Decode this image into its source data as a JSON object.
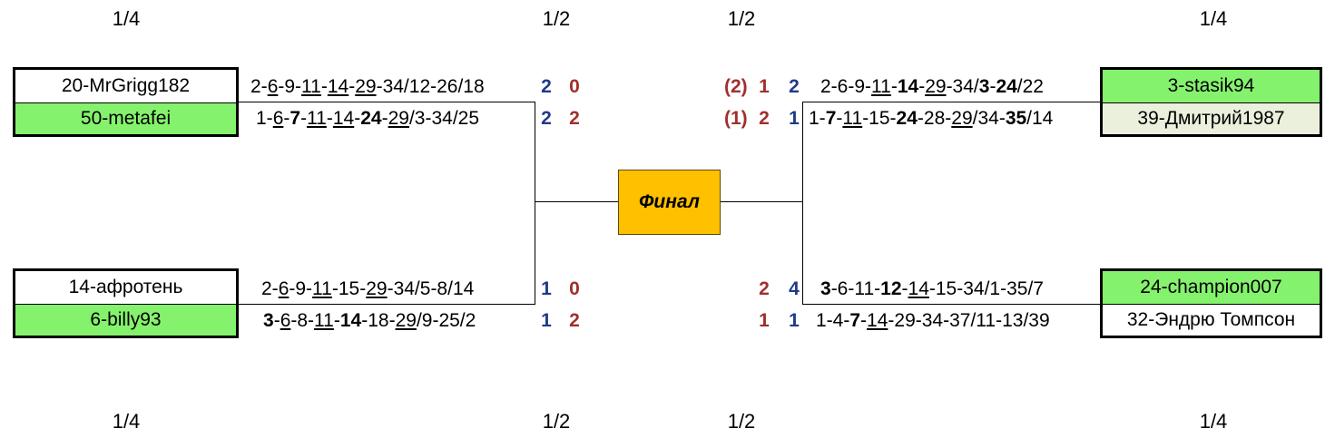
{
  "rounds": {
    "top_left": "1/4",
    "top_mid_left": "1/2",
    "top_mid_right": "1/2",
    "top_right": "1/4",
    "bot_left": "1/4",
    "bot_mid_left": "1/2",
    "bot_mid_right": "1/2",
    "bot_right": "1/4"
  },
  "colors": {
    "winner_bg": "#85f26d",
    "loser_bg": "#ffffff",
    "final_bg": "#ffc000",
    "score_blue": "#1f3a8a",
    "score_red": "#a0302c"
  },
  "final_label": "Финал",
  "left_top": {
    "p1": {
      "name": "20-MrGrigg182",
      "winner": false,
      "seq": [
        [
          "2-",
          ""
        ],
        [
          "6",
          "u"
        ],
        [
          "-9-",
          ""
        ],
        [
          "11",
          "u"
        ],
        [
          "-",
          ""
        ],
        [
          "14",
          "u"
        ],
        [
          "-",
          ""
        ],
        [
          "29",
          "u"
        ],
        [
          "-34/12-26/18",
          ""
        ]
      ],
      "score_a": "2",
      "score_b": "0"
    },
    "p2": {
      "name": "50-metafei",
      "winner": true,
      "seq": [
        [
          "1-",
          ""
        ],
        [
          "6",
          "u"
        ],
        [
          "-",
          ""
        ],
        [
          "7",
          "b"
        ],
        [
          "-",
          ""
        ],
        [
          "11",
          "u"
        ],
        [
          "-",
          ""
        ],
        [
          "14",
          "u"
        ],
        [
          "-",
          ""
        ],
        [
          "24",
          "b"
        ],
        [
          "-",
          ""
        ],
        [
          "29",
          "u"
        ],
        [
          "/3-34/25",
          ""
        ]
      ],
      "score_a": "2",
      "score_b": "2"
    }
  },
  "left_bottom": {
    "p1": {
      "name": "14-афротень",
      "winner": false,
      "seq": [
        [
          "2-",
          ""
        ],
        [
          "6",
          "u"
        ],
        [
          "-9-",
          ""
        ],
        [
          "11",
          "u"
        ],
        [
          "-15-",
          ""
        ],
        [
          "29",
          "u"
        ],
        [
          "-34/5-8/14",
          ""
        ]
      ],
      "score_a": "1",
      "score_b": "0"
    },
    "p2": {
      "name": "6-billy93",
      "winner": true,
      "seq": [
        [
          "3",
          "b"
        ],
        [
          "-",
          ""
        ],
        [
          "6",
          "u"
        ],
        [
          "-8-",
          ""
        ],
        [
          "11",
          "u"
        ],
        [
          "-",
          ""
        ],
        [
          "14",
          "b"
        ],
        [
          "-18-",
          ""
        ],
        [
          "29",
          "u"
        ],
        [
          "/9-25/2",
          ""
        ]
      ],
      "score_a": "1",
      "score_b": "2"
    }
  },
  "right_top": {
    "p1": {
      "name": "3-stasik94",
      "winner": true,
      "bg": "#85f26d",
      "seq": [
        [
          "2-6-9-",
          ""
        ],
        [
          "11",
          "u"
        ],
        [
          "-",
          ""
        ],
        [
          "14",
          "b"
        ],
        [
          "-",
          ""
        ],
        [
          "29",
          "u"
        ],
        [
          "-34/",
          ""
        ],
        [
          "3",
          "b"
        ],
        [
          "-",
          ""
        ],
        [
          "24",
          "b"
        ],
        [
          "/22",
          ""
        ]
      ],
      "paren": "(2)",
      "score_a": "1",
      "score_b": "2"
    },
    "p2": {
      "name": "39-Дмитрий1987",
      "winner": false,
      "bg": "#eaf0dc",
      "seq": [
        [
          "1-",
          ""
        ],
        [
          "7",
          "b"
        ],
        [
          "-",
          ""
        ],
        [
          "11",
          "u"
        ],
        [
          "-15-",
          ""
        ],
        [
          "24",
          "b"
        ],
        [
          "-28-",
          ""
        ],
        [
          "29",
          "u"
        ],
        [
          "/34-",
          ""
        ],
        [
          "35",
          "b"
        ],
        [
          "/14",
          ""
        ]
      ],
      "paren": "(1)",
      "score_a": "2",
      "score_b": "1"
    }
  },
  "right_bottom": {
    "p1": {
      "name": "24-champion007",
      "winner": true,
      "bg": "#85f26d",
      "seq": [
        [
          "3",
          "b"
        ],
        [
          "-6-11-",
          ""
        ],
        [
          "12",
          "b"
        ],
        [
          "-",
          ""
        ],
        [
          "14",
          "u"
        ],
        [
          "-15-34/1-35/7",
          ""
        ]
      ],
      "paren": "",
      "score_a": "2",
      "score_b": "4"
    },
    "p2": {
      "name": "32-Эндрю Томпсон",
      "winner": false,
      "bg": "#ffffff",
      "seq": [
        [
          "1-4-",
          ""
        ],
        [
          "7",
          "b"
        ],
        [
          "-",
          ""
        ],
        [
          "14",
          "u"
        ],
        [
          "-29-34-37/11-13/39",
          ""
        ]
      ],
      "paren": "",
      "score_a": "1",
      "score_b": "1"
    }
  }
}
